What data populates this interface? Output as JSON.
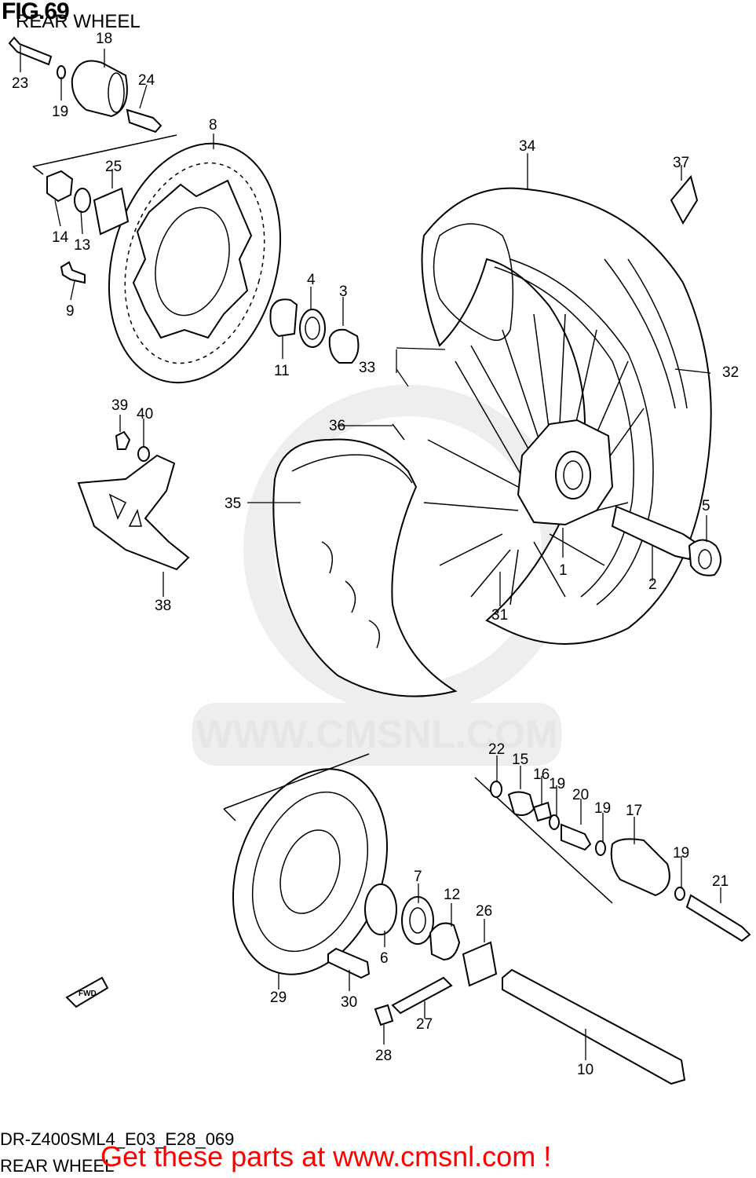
{
  "header": {
    "fig_label": "FIG.69",
    "title": "REAR WHEEL"
  },
  "footer": {
    "diagram_code": "DR-Z400SML4_E03_E28_069",
    "name": "REAR WHEEL",
    "promo": "Get these parts at www.cmsnl.com !"
  },
  "watermark": {
    "text": "WWW.CMSNL.COM",
    "color": "#e6e6e6"
  },
  "direction_marker": "FWD",
  "colors": {
    "promo": "#ff0000",
    "line": "#000000",
    "background": "#ffffff"
  },
  "callouts": {
    "n1": "1",
    "n2": "2",
    "n3": "3",
    "n4": "4",
    "n5": "5",
    "n6": "6",
    "n7": "7",
    "n8": "8",
    "n9": "9",
    "n10": "10",
    "n11": "11",
    "n12": "12",
    "n13": "13",
    "n14": "14",
    "n15": "15",
    "n16": "16",
    "n17": "17",
    "n18": "18",
    "n19a": "19",
    "n19b": "19",
    "n19c": "19",
    "n19d": "19",
    "n20": "20",
    "n21": "21",
    "n22": "22",
    "n23": "23",
    "n24": "24",
    "n25": "25",
    "n26": "26",
    "n27": "27",
    "n28": "28",
    "n29": "29",
    "n30": "30",
    "n31": "31",
    "n32": "32",
    "n33": "33",
    "n34": "34",
    "n35": "35",
    "n36": "36",
    "n37": "37",
    "n38": "38",
    "n39": "39",
    "n40": "40"
  }
}
